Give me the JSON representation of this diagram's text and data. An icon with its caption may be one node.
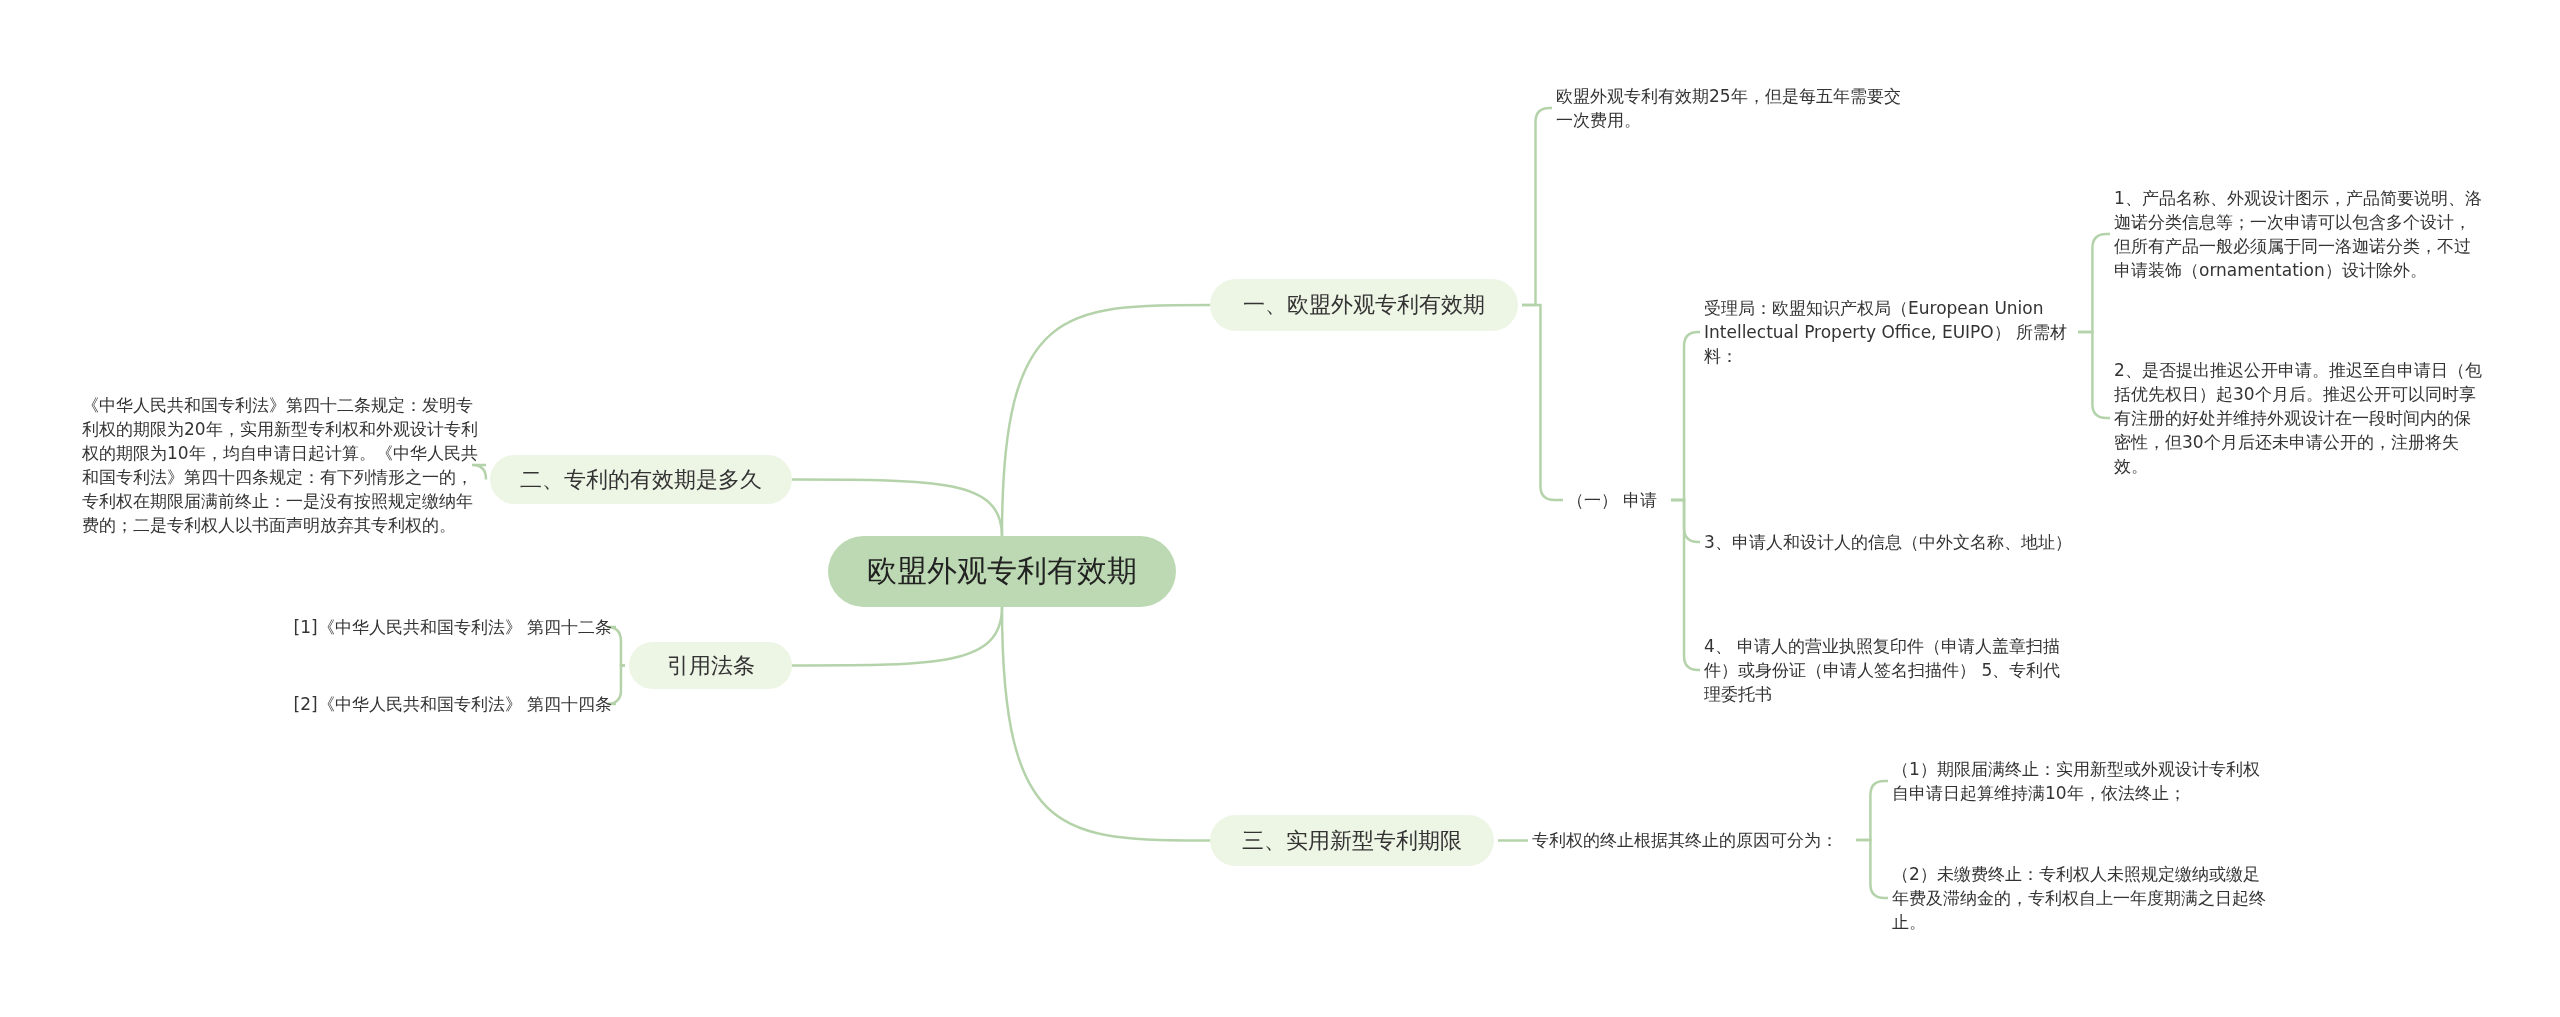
{
  "diagram": {
    "nodes": [
      {
        "text": [
          "欧盟外观专利有效期"
        ]
      },
      {
        "text": [
          "一、欧盟外观专利有效期"
        ]
      },
      {
        "text": [
          "欧盟外观专利有效期25年，但是每五年需要交一次费用。"
        ]
      },
      {
        "text": [
          "（一） 申请"
        ]
      },
      {
        "text": [
          "受理局：欧盟知识产权局（European Union Intellectual Property Office, EUIPO） 所需材料："
        ]
      },
      {
        "text": [
          "1、产品名称、外观设计图示，产品简要说明、洛迦诺分类信息等；一次申请可以包含多个设计，但所有产品一般必须属于同一洛迦诺分类，不过申请装饰（ornamentation）设计除外。"
        ]
      },
      {
        "text": [
          "2、是否提出推迟公开申请。推迟至自申请日（包括优先权日）起30个月后。推迟公开可以同时享有注册的好处并维持外观设计在一段时间内的保密性，但30个月后还未申请公开的，注册将失效。"
        ]
      },
      {
        "text": [
          "3、申请人和设计人的信息（中外文名称、地址）"
        ]
      },
      {
        "text": [
          "4、 申请人的营业执照复印件（申请人盖章扫描件）或身份证（申请人签名扫描件） 5、专利代理委托书"
        ]
      },
      {
        "text": [
          "二、专利的有效期是多久"
        ]
      },
      {
        "text": [
          "《中华人民共和国专利法》第四十二条规定：发明专利权的期限为20年，实用新型专利权和外观设计专利权的期限为10年，均自申请日起计算。《中华人民共和国专利法》第四十四条规定：有下列情形之一的，专利权在期限届满前终止：一是没有按照规定缴纳年费的；二是专利权人以书面声明放弃其专利权的。"
        ]
      },
      {
        "text": [
          "引用法条"
        ]
      },
      {
        "text": [
          "[1]《中华人民共和国专利法》 第四十二条"
        ]
      },
      {
        "text": [
          "[2]《中华人民共和国专利法》 第四十四条"
        ]
      },
      {
        "text": [
          "三、实用新型专利期限"
        ]
      },
      {
        "text": [
          "专利权的终止根据其终止的原因可分为："
        ]
      },
      {
        "text": [
          "（1）期限届满终止：实用新型或外观设计专利权自申请日起算维持满10年，依法终止；"
        ]
      },
      {
        "text": [
          "（2）未缴费终止：专利权人未照规定缴纳或缴足年费及滞纳金的，专利权自上一年度期满之日起终止。"
        ]
      }
    ],
    "edges": [
      {
        "from": 0,
        "to": 1,
        "arrow": "none"
      },
      {
        "from": 1,
        "to": 2,
        "arrow": "none"
      },
      {
        "from": 1,
        "to": 3,
        "arrow": "none"
      },
      {
        "from": 3,
        "to": 4,
        "arrow": "none"
      },
      {
        "from": 4,
        "to": 5,
        "arrow": "none"
      },
      {
        "from": 4,
        "to": 6,
        "arrow": "none"
      },
      {
        "from": 3,
        "to": 7,
        "arrow": "none"
      },
      {
        "from": 3,
        "to": 8,
        "arrow": "none"
      },
      {
        "from": 0,
        "to": 9,
        "arrow": "none"
      },
      {
        "from": 9,
        "to": 10,
        "arrow": "none"
      },
      {
        "from": 0,
        "to": 11,
        "arrow": "none"
      },
      {
        "from": 11,
        "to": 12,
        "arrow": "none"
      },
      {
        "from": 11,
        "to": 13,
        "arrow": "none"
      },
      {
        "from": 0,
        "to": 14,
        "arrow": "none"
      },
      {
        "from": 14,
        "to": 15,
        "arrow": "none"
      },
      {
        "from": 15,
        "to": 16,
        "arrow": "none"
      },
      {
        "from": 15,
        "to": 17,
        "arrow": "none"
      }
    ]
  }
}
